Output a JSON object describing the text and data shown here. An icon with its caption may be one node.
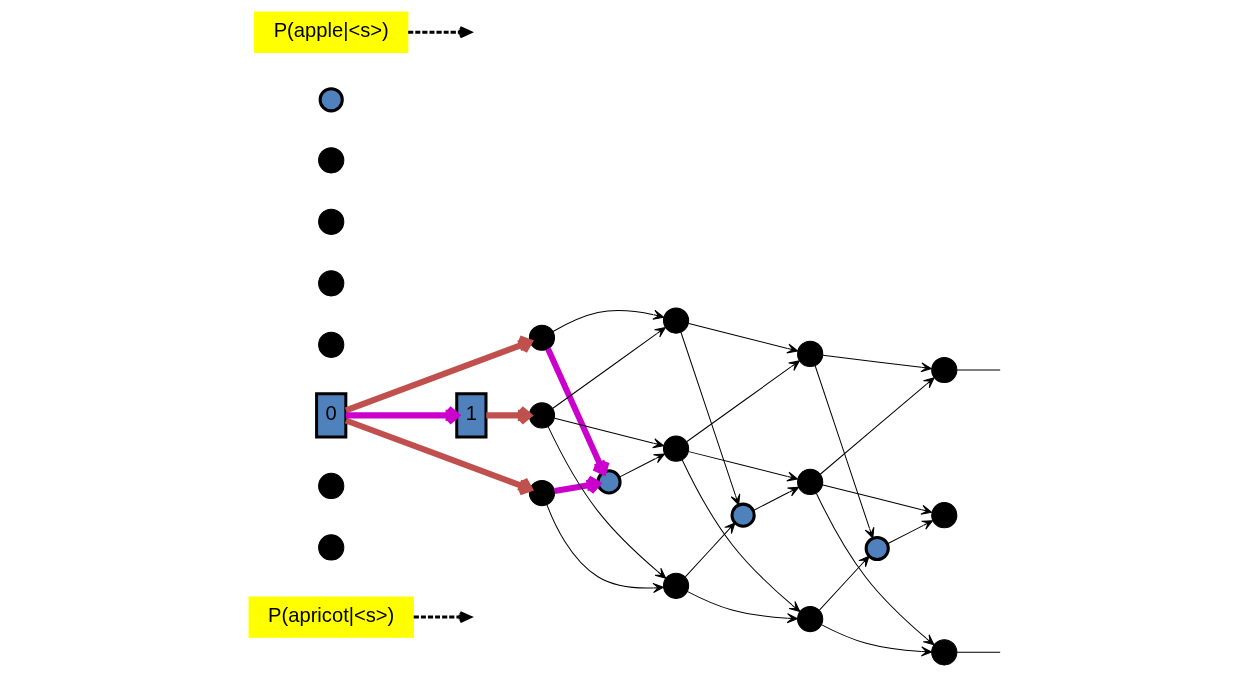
{
  "diagram": {
    "nodes": [
      {
        "text": [
          "P(apricot|<s>)"
        ]
      },
      {
        "text": [],
        "shape": "circle"
      },
      {
        "text": [],
        "shape": "circle"
      },
      {
        "text": [],
        "shape": "circle"
      },
      {
        "text": [],
        "shape": "circle"
      },
      {
        "text": [],
        "shape": "circle"
      },
      {
        "text": [],
        "shape": "circle"
      },
      {
        "text": [],
        "shape": "circle"
      },
      {
        "text": [],
        "shape": "circle"
      },
      {
        "text": [],
        "shape": "circle"
      },
      {
        "text": [],
        "shape": "circle"
      },
      {
        "text": [],
        "shape": "circle"
      },
      {
        "text": [],
        "shape": "circle"
      },
      {
        "text": [],
        "shape": "circle"
      },
      {
        "text": [],
        "shape": "circle"
      },
      {
        "text": [],
        "shape": "circle"
      },
      {
        "text": [],
        "shape": "circle"
      },
      {
        "text": [],
        "shape": "circle"
      },
      {
        "text": [],
        "shape": "circle"
      },
      {
        "text": [
          "0"
        ]
      },
      {
        "text": [],
        "shape": "circle"
      },
      {
        "text": [
          "1"
        ]
      },
      {
        "text": [],
        "shape": "circle"
      },
      {
        "text": [],
        "shape": "circle"
      },
      {
        "text": [],
        "shape": "circle"
      },
      {
        "text": [
          "P(apple|<s>)"
        ]
      }
    ],
    "edges": [
      {
        "from": 19,
        "to": 3,
        "arrow": "to",
        "style": "thick",
        "color": "#c0504d"
      },
      {
        "from": 19,
        "to": 9,
        "arrow": "to",
        "style": "thick",
        "color": "#c0504d"
      },
      {
        "from": 19,
        "to": 21,
        "arrow": "to",
        "style": "thick",
        "color": "#cc00cc"
      },
      {
        "from": 21,
        "to": 15,
        "arrow": "to",
        "style": "thick",
        "color": "#c0504d"
      },
      {
        "from": 3,
        "to": 22,
        "arrow": "to",
        "style": "thick",
        "color": "#cc00cc"
      },
      {
        "from": 9,
        "to": 22,
        "arrow": "to",
        "style": "thick",
        "color": "#cc00cc"
      },
      {
        "from": 0,
        "to": null,
        "arrow": "to",
        "style": "dashed"
      },
      {
        "from": 25,
        "to": null,
        "arrow": "to",
        "style": "dashed"
      },
      {
        "from": 3,
        "to": 4,
        "arrow": "to"
      },
      {
        "from": 9,
        "to": 10,
        "arrow": "to"
      },
      {
        "from": 15,
        "to": 16,
        "arrow": "to"
      },
      {
        "from": 15,
        "to": 4,
        "arrow": "to"
      },
      {
        "from": 15,
        "to": 10,
        "arrow": "to"
      },
      {
        "from": 22,
        "to": 16,
        "arrow": "to"
      },
      {
        "from": 4,
        "to": 5,
        "arrow": "to"
      },
      {
        "from": 10,
        "to": 11,
        "arrow": "to"
      },
      {
        "from": 16,
        "to": 17,
        "arrow": "to"
      },
      {
        "from": 16,
        "to": 5,
        "arrow": "to"
      },
      {
        "from": 16,
        "to": 11,
        "arrow": "to"
      },
      {
        "from": 4,
        "to": 23,
        "arrow": "to"
      },
      {
        "from": 10,
        "to": 23,
        "arrow": "to"
      },
      {
        "from": 23,
        "to": 17,
        "arrow": "to"
      },
      {
        "from": 5,
        "to": 6,
        "arrow": "to"
      },
      {
        "from": 11,
        "to": 12,
        "arrow": "to"
      },
      {
        "from": 17,
        "to": 18,
        "arrow": "to"
      },
      {
        "from": 17,
        "to": 6,
        "arrow": "to"
      },
      {
        "from": 17,
        "to": 12,
        "arrow": "to"
      },
      {
        "from": 5,
        "to": 24,
        "arrow": "to"
      },
      {
        "from": 11,
        "to": 24,
        "arrow": "to"
      },
      {
        "from": 24,
        "to": 18,
        "arrow": "to"
      },
      {
        "from": 6,
        "to": null,
        "arrow": "none"
      },
      {
        "from": 12,
        "to": null,
        "arrow": "none"
      }
    ]
  }
}
